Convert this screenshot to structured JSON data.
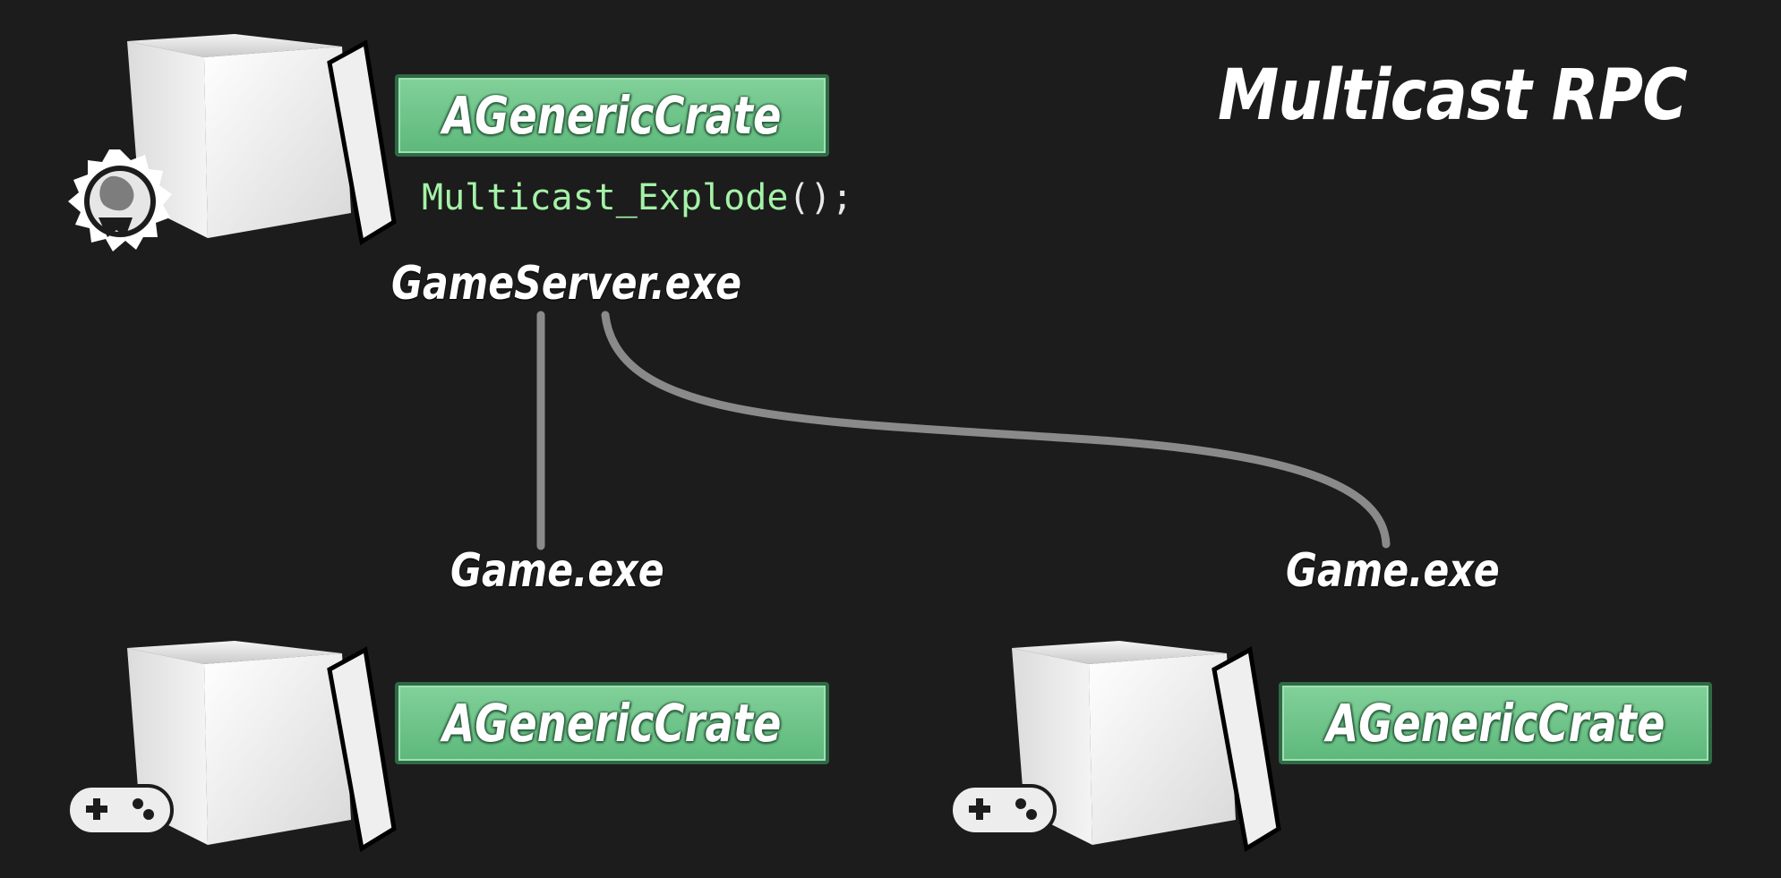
{
  "title": "Multicast RPC",
  "server": {
    "exe_label": "GameServer.exe",
    "class_label": "AGenericCrate",
    "code": {
      "function_name": "Multicast_Explode",
      "call_suffix": "();"
    },
    "badge_icon": "server-globe-badge-icon"
  },
  "clients": [
    {
      "exe_label": "Game.exe",
      "class_label": "AGenericCrate",
      "badge_icon": "gamepad-icon"
    },
    {
      "exe_label": "Game.exe",
      "class_label": "AGenericCrate",
      "badge_icon": "gamepad-icon"
    }
  ],
  "colors": {
    "background": "#1c1c1c",
    "class_box_fill": "#6cc486",
    "class_box_border": "#2f6a45",
    "code_function": "#a4f2a7",
    "connector": "#8a8a8a"
  }
}
